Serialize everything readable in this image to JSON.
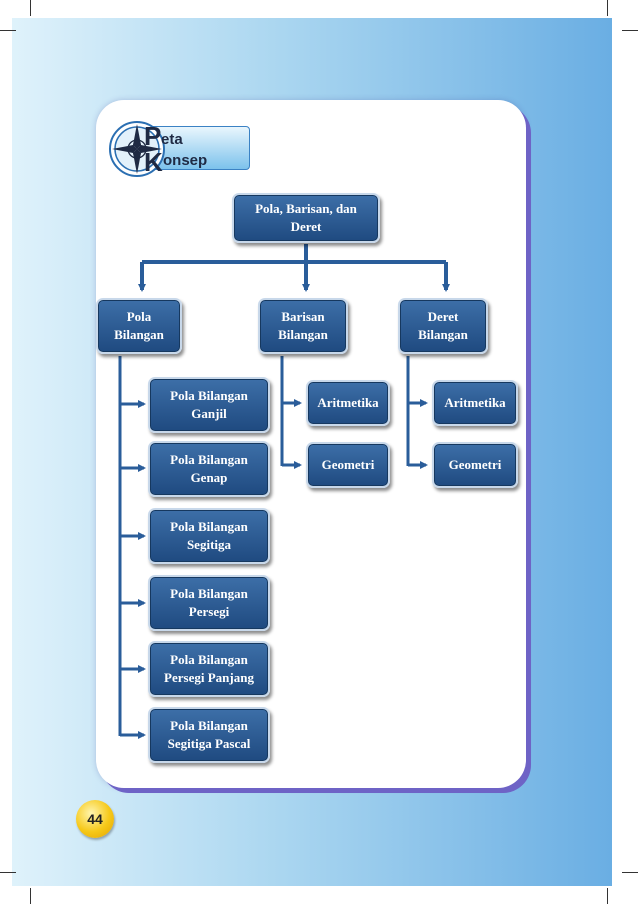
{
  "badge": {
    "letter1": "P",
    "rest1": "eta",
    "letter2": "K",
    "rest2": "onsep"
  },
  "root": "Pola, Barisan, dan\nDeret",
  "columns": [
    {
      "id": "pola",
      "label": "Pola\nBilangan",
      "children": [
        "Pola Bilangan\nGanjil",
        "Pola Bilangan\nGenap",
        "Pola Bilangan\nSegitiga",
        "Pola Bilangan\nPersegi",
        "Pola Bilangan\nPersegi Panjang",
        "Pola Bilangan\nSegitiga Pascal"
      ]
    },
    {
      "id": "barisan",
      "label": "Barisan\nBilangan",
      "children": [
        "Aritmetika",
        "Geometri"
      ]
    },
    {
      "id": "deret",
      "label": "Deret\nBilangan",
      "children": [
        "Aritmetika",
        "Geometri"
      ]
    }
  ],
  "page_number": "44",
  "colors": {
    "node": "#2b5a92",
    "connector": "#2a5d9a",
    "panel_shadow": "#6e63c6"
  }
}
